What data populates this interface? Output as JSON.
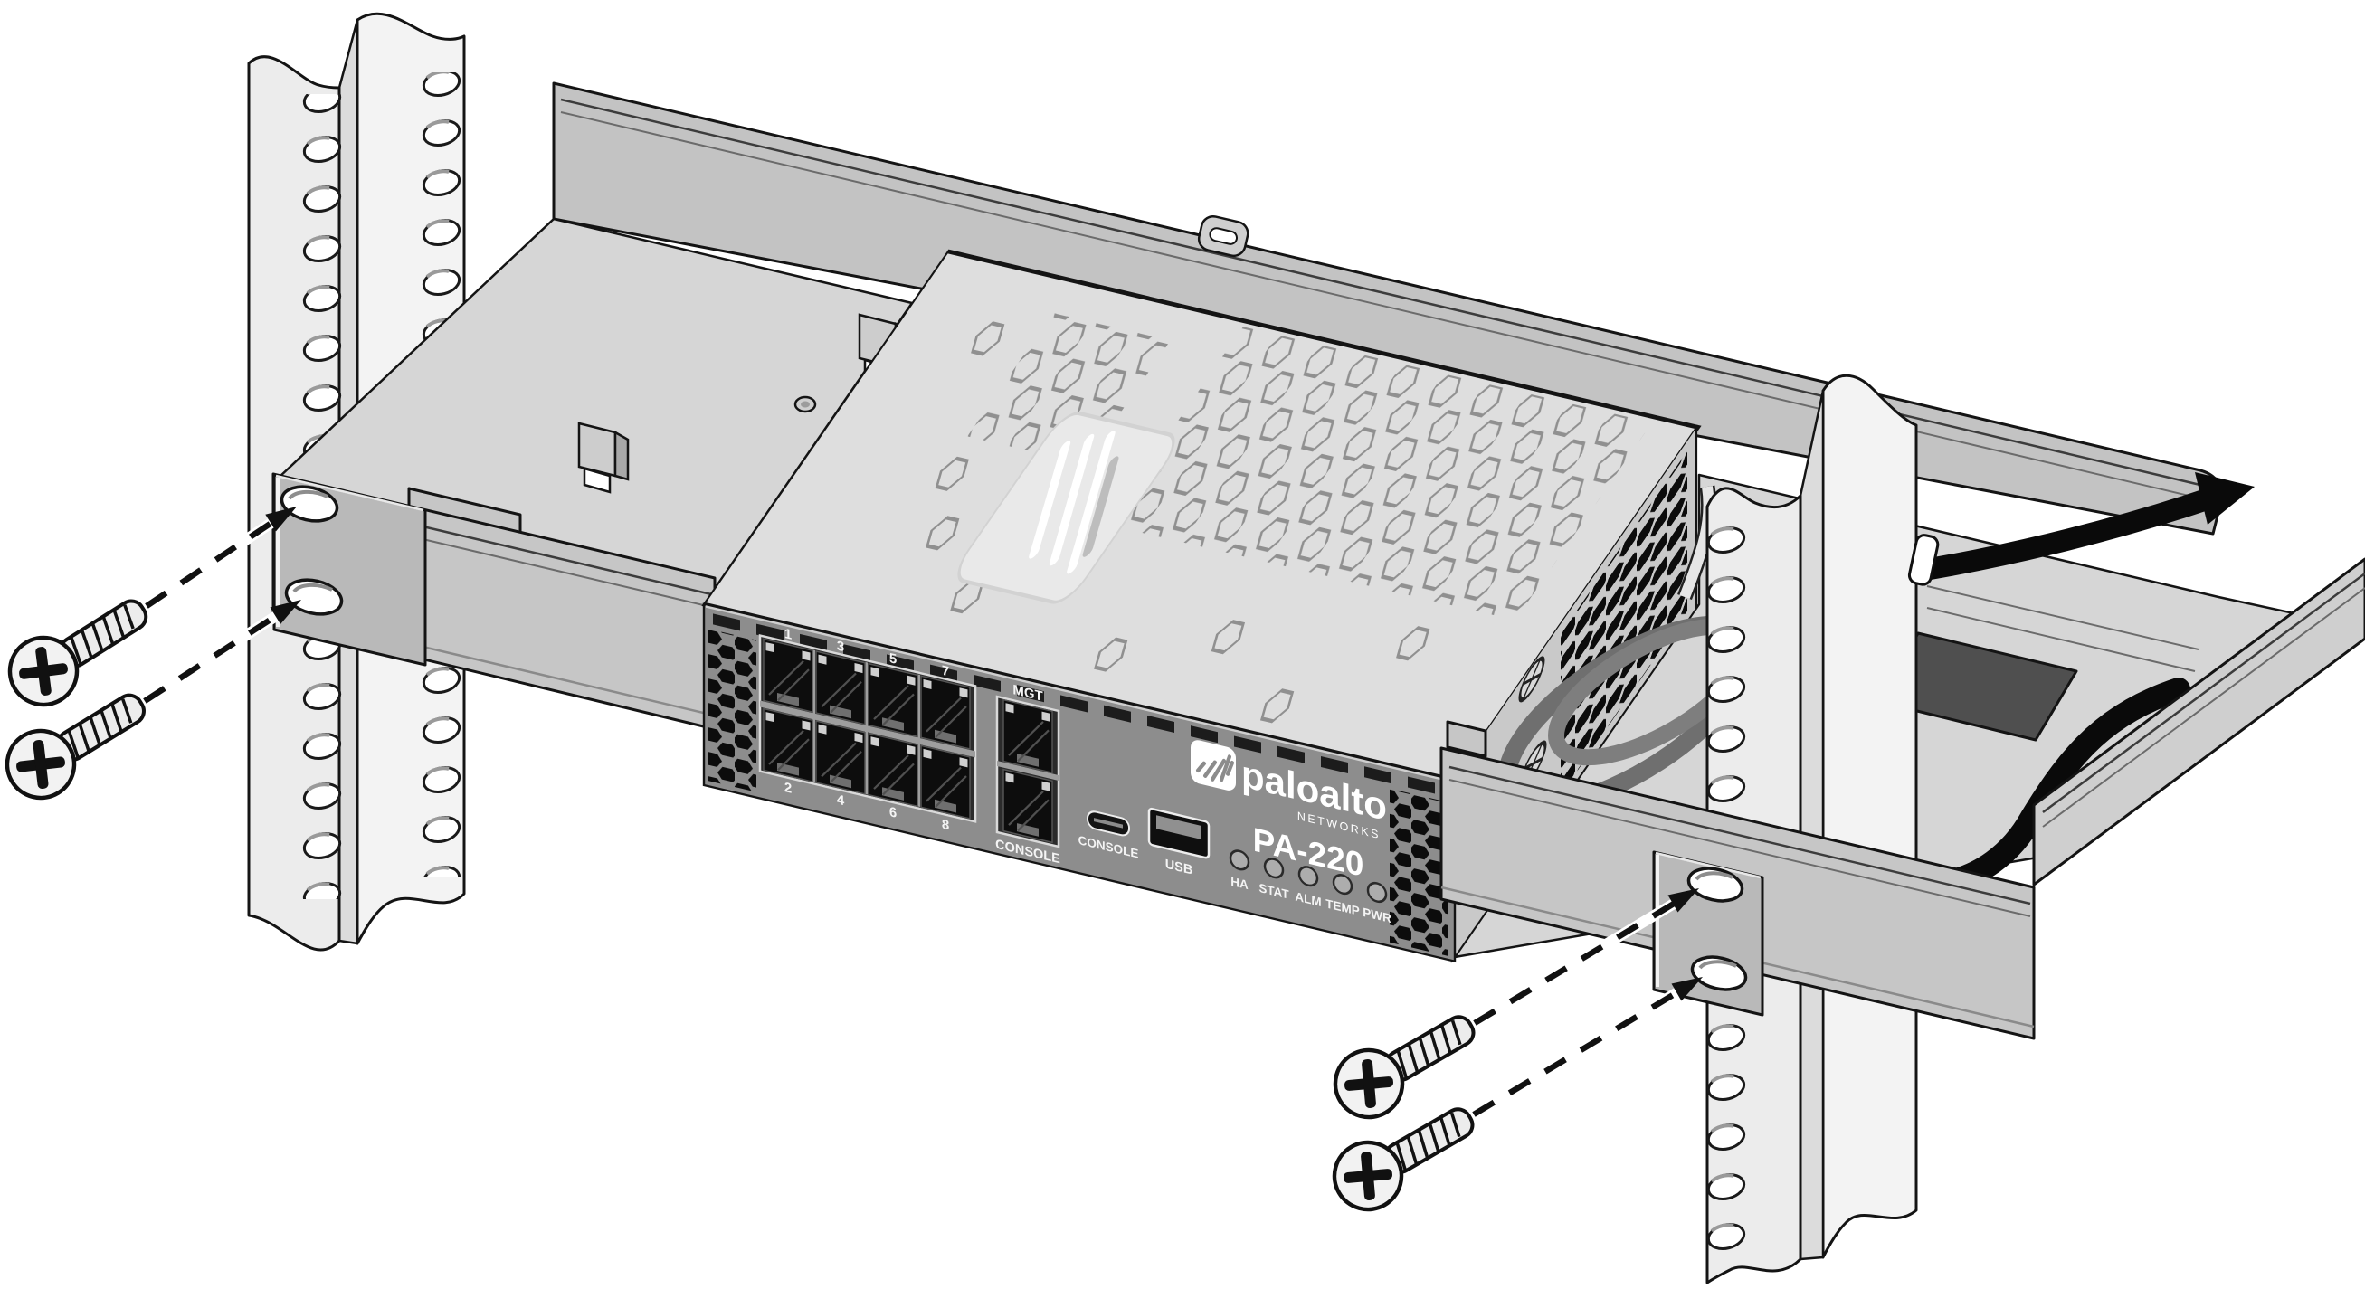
{
  "figure": {
    "title": "PA-220 firewall mounted in 1U rack tray between two rack posts",
    "notes": "Four Phillips screws with dashed leader lines and arrows indicate fastening of the tray mounting ears to the front rack posts. A power cable is coiled in the tray at right with a routing arrow."
  },
  "device": {
    "brand": "paloalto",
    "brand_sub": "NETWORKS",
    "model": "PA-220",
    "ports": {
      "eth_top": [
        "1",
        "3",
        "5",
        "7"
      ],
      "eth_bottom": [
        "2",
        "4",
        "6",
        "8"
      ],
      "mgt": "MGT",
      "console_rj45": "CONSOLE",
      "console_micro": "CONSOLE",
      "usb": "USB"
    },
    "leds": [
      "HA",
      "STAT",
      "ALM",
      "TEMP",
      "PWR"
    ]
  },
  "colors": {
    "background": "#ffffff",
    "device_top": "#dedede",
    "device_side": "#c9c9c9",
    "front_panel": "#8d8d8d",
    "tray_rail": "#c6c6c6",
    "mounting_ear": "#b9b9b9",
    "rack_post": "#ececec",
    "cable_black": "#0a0a0a",
    "line": "#141414"
  }
}
